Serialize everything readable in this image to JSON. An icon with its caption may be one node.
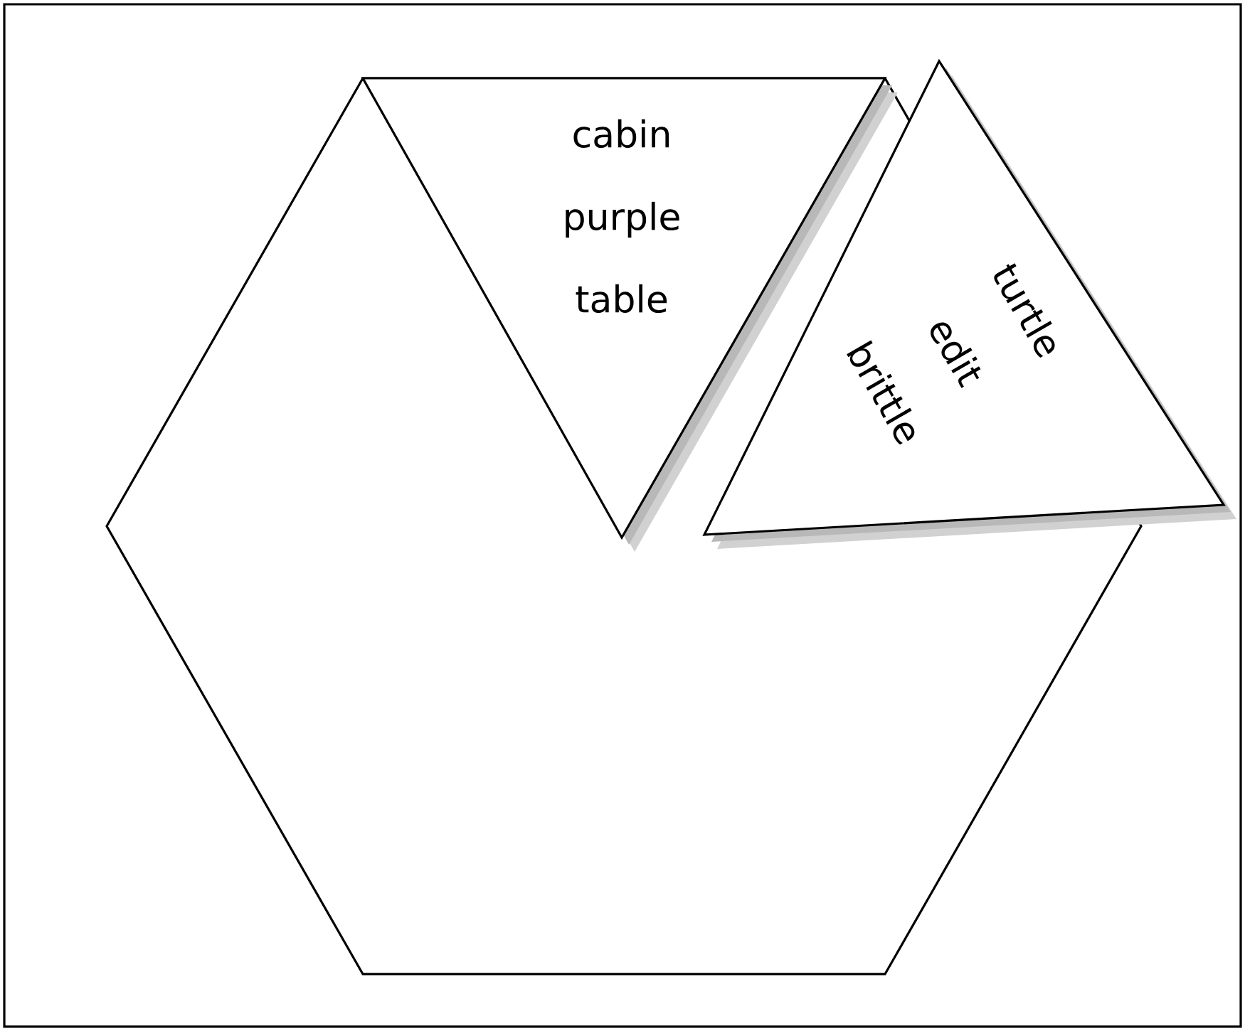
{
  "diagram": {
    "nodes": [
      {
        "text": [],
        "shape": "hexagon"
      },
      {
        "text": [
          "cabin purple table"
        ],
        "in": 0
      },
      {
        "text": [
          "turtle edit brittle"
        ]
      }
    ]
  }
}
